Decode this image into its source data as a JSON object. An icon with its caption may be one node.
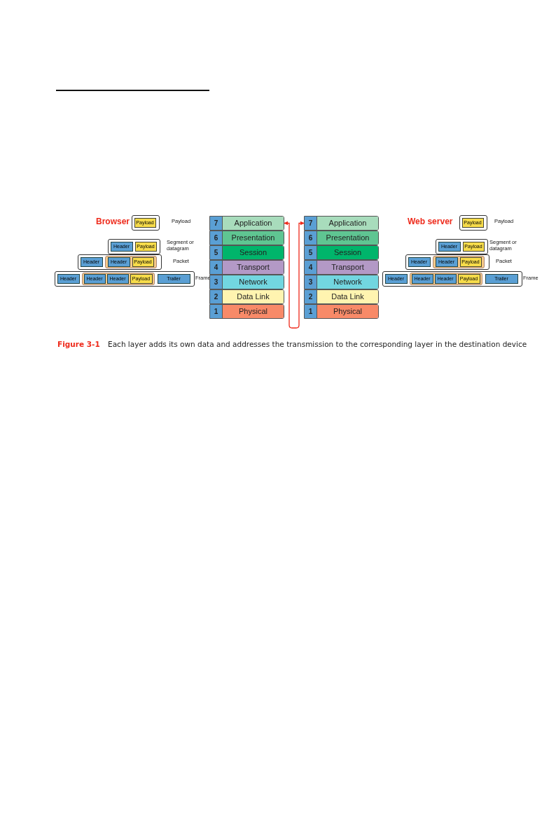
{
  "diagram": {
    "caption": "**Figure 3-1** Each layer adds its own data and addresses the transmission to the corresponding layer in the destination device",
    "nodes": [
      {
        "text": [],
        "shape": "box",
        "beside": [
          "Payload"
        ]
      },
      {
        "text": [
          "Payload"
        ],
        "in": 0
      },
      {
        "text": [],
        "shape": "box",
        "beside": [
          "Segment or datagram"
        ]
      },
      {
        "text": [
          "Header"
        ],
        "in": 2
      },
      {
        "text": [
          "Payload"
        ],
        "in": 2
      },
      {
        "text": [],
        "shape": "box",
        "beside": [
          "Packet"
        ]
      },
      {
        "text": [
          "Header"
        ],
        "in": 5
      },
      {
        "text": [],
        "shape": "box",
        "in": 5
      },
      {
        "text": [
          "Header"
        ],
        "in": 7
      },
      {
        "text": [
          "Payload"
        ],
        "in": 7
      },
      {
        "text": [],
        "shape": "box",
        "beside": [
          "Frame"
        ]
      },
      {
        "text": [
          "Header"
        ],
        "in": 10
      },
      {
        "text": [],
        "shape": "box",
        "in": 10
      },
      {
        "text": [
          "Header"
        ],
        "in": 12
      },
      {
        "text": [
          "Header"
        ],
        "in": 12
      },
      {
        "text": [
          "Payload"
        ],
        "in": 12
      },
      {
        "text": [
          "Trailer"
        ],
        "in": 10
      },
      {
        "text": [
          "7",
          "Application"
        ]
      },
      {
        "text": [
          "6",
          "Presentation"
        ]
      },
      {
        "text": [
          "5",
          "Session"
        ]
      },
      {
        "text": [
          "4",
          "Transport"
        ]
      },
      {
        "text": [
          "3",
          "Network"
        ]
      },
      {
        "text": [
          "2",
          "Data Link"
        ]
      },
      {
        "text": [
          "1",
          "Physical"
        ]
      },
      {
        "text": [
          "7",
          "Application"
        ]
      },
      {
        "text": [
          "6",
          "Presentation"
        ]
      },
      {
        "text": [
          "5",
          "Session"
        ]
      },
      {
        "text": [
          "4",
          "Transport"
        ]
      },
      {
        "text": [
          "3",
          "Network"
        ]
      },
      {
        "text": [
          "2",
          "Data Link"
        ]
      },
      {
        "text": [
          "1",
          "Physical"
        ]
      },
      {
        "text": [],
        "shape": "box",
        "beside": [
          "Payload"
        ]
      },
      {
        "text": [
          "Payload"
        ],
        "in": 31
      },
      {
        "text": [],
        "shape": "box",
        "beside": [
          "Segment or datagram"
        ]
      },
      {
        "text": [
          "Header"
        ],
        "in": 33
      },
      {
        "text": [
          "Payload"
        ],
        "in": 33
      },
      {
        "text": [],
        "shape": "box",
        "beside": [
          "Packet"
        ]
      },
      {
        "text": [
          "Header"
        ],
        "in": 36
      },
      {
        "text": [],
        "shape": "box",
        "in": 36
      },
      {
        "text": [
          "Header"
        ],
        "in": 38
      },
      {
        "text": [
          "Payload"
        ],
        "in": 38
      },
      {
        "text": [],
        "shape": "box",
        "beside": [
          "Frame"
        ]
      },
      {
        "text": [
          "Header"
        ],
        "in": 41
      },
      {
        "text": [],
        "shape": "box",
        "in": 41
      },
      {
        "text": [
          "Header"
        ],
        "in": 43
      },
      {
        "text": [
          "Header"
        ],
        "in": 43
      },
      {
        "text": [
          "Payload"
        ],
        "in": 43
      },
      {
        "text": [
          "Trailer"
        ],
        "in": 41
      }
    ],
    "edges": [
      {
        "from": 17,
        "to": 24,
        "arrow": "both",
        "color": "#ee2a1b"
      }
    ],
    "labels": [
      "Browser",
      "Web server"
    ]
  }
}
